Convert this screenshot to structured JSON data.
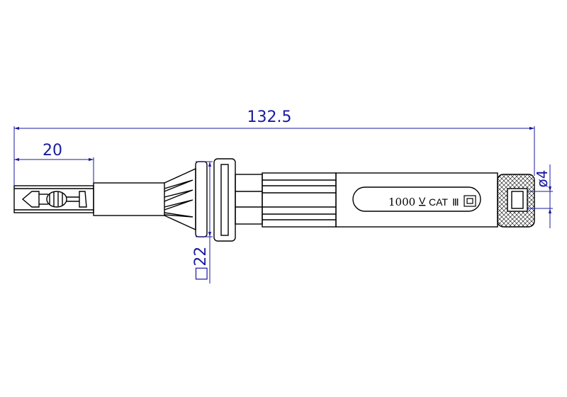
{
  "dimensions": {
    "overall_length": "132.5",
    "tip_length": "20",
    "diameter": "ø4",
    "square": "□22"
  },
  "handle_label": {
    "voltage": "1000",
    "unit": "V",
    "category": "CAT",
    "category_roman": "Ⅲ"
  },
  "colors": {
    "dimension": "#1a1aa0",
    "outline": "#000000"
  }
}
